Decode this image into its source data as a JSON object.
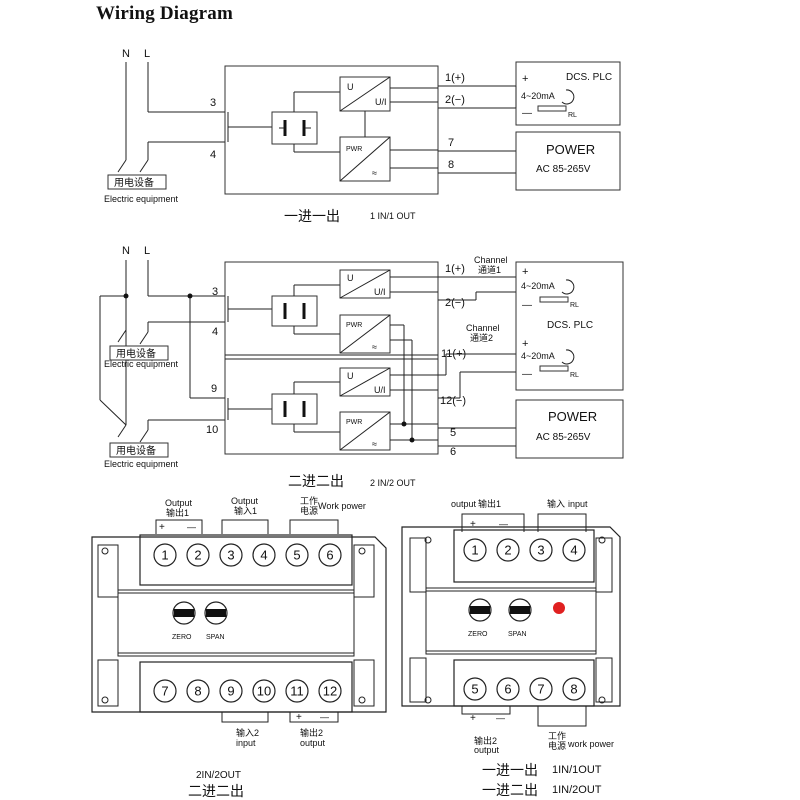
{
  "title": "Wiring Diagram",
  "common": {
    "n_label": "N",
    "l_label": "L",
    "equipment_cn": "用电设备",
    "equipment_en": "Electric equipment",
    "u_label": "U",
    "ui_label": "U/I",
    "pwr_label": "PWR",
    "current_label": "4~20mA",
    "rl_label": "RL",
    "plus": "+",
    "minus": "—",
    "dcs_label": "DCS. PLC",
    "power_label": "POWER",
    "power_range": "AC  85-265V"
  },
  "top_diagram": {
    "terminals": {
      "t3": "3",
      "t4": "4",
      "t1": "1(+)",
      "t2": "2(−)",
      "t7": "7",
      "t8": "8"
    },
    "caption_cn": "一进一出",
    "caption_en": "1 IN/1 OUT"
  },
  "mid_diagram": {
    "terminals": {
      "t3": "3",
      "t4": "4",
      "t9": "9",
      "t10": "10",
      "t1": "1(+)",
      "t2": "2(−)",
      "t11": "11(+)",
      "t12": "12(−)",
      "t5": "5",
      "t6": "6"
    },
    "channel1_en": "Channel",
    "channel1_cn": "通道1",
    "channel2_en": "Channel",
    "channel2_cn": "通道2",
    "caption_cn": "二进二出",
    "caption_en": "2 IN/2 OUT"
  },
  "module_2in2out": {
    "top_labels": {
      "output1_en": "Output",
      "output1_cn": "输出1",
      "output_en": "Output",
      "input1_cn": "输入1",
      "power_cn1": "工作",
      "power_cn2": "电源",
      "power_en": "Work power"
    },
    "top_terminals": [
      "1",
      "2",
      "3",
      "4",
      "5",
      "6"
    ],
    "bottom_terminals": [
      "7",
      "8",
      "9",
      "10",
      "11",
      "12"
    ],
    "zero_label": "ZERO",
    "span_label": "SPAN",
    "bottom_labels": {
      "input2_cn": "输入2",
      "input2_en": "input",
      "output2_cn": "输出2",
      "output2_en": "output"
    },
    "caption_en": "2IN/2OUT",
    "caption_cn": "二进二出"
  },
  "module_1in1out": {
    "top_labels": {
      "output_en": "output",
      "output1_cn": "输出1",
      "input_cn": "输入",
      "input_en": "input"
    },
    "top_terminals": [
      "1",
      "2",
      "3",
      "4"
    ],
    "bottom_terminals": [
      "5",
      "6",
      "7",
      "8"
    ],
    "zero_label": "ZERO",
    "span_label": "SPAN",
    "bottom_labels": {
      "output_cn": "输出2",
      "output_en": "output",
      "power_cn1": "工作",
      "power_cn2": "电源",
      "power_en": "work power"
    },
    "caption_a_cn": "一进一出",
    "caption_a_en": "1IN/1OUT",
    "caption_b_cn": "一进二出",
    "caption_b_en": "1IN/2OUT"
  },
  "colors": {
    "indicator_led": "#e02020",
    "line": "#222222"
  }
}
